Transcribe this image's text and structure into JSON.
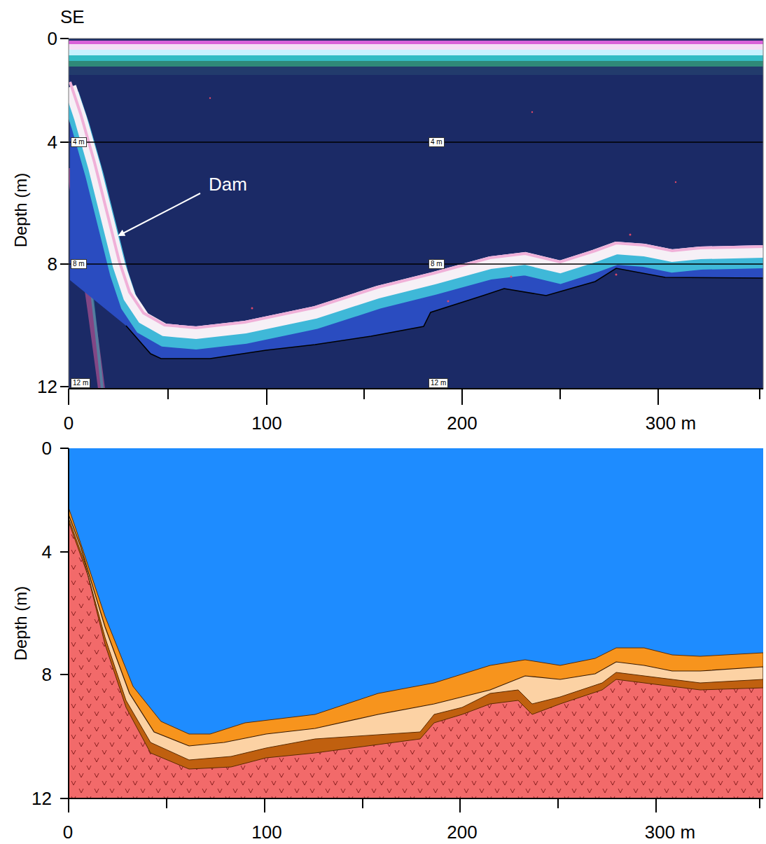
{
  "diagram": {
    "labels": [
      "SE",
      "0",
      "4",
      "8",
      "12",
      "Depth (m)",
      "4 m",
      "4 m",
      "8 m",
      "8 m",
      "12 m",
      "12 m",
      "Dam",
      "0",
      "100",
      "200",
      "300 m",
      "0",
      "4",
      "8",
      "12",
      "Depth (m)",
      "0",
      "100",
      "200",
      "300 m"
    ]
  }
}
